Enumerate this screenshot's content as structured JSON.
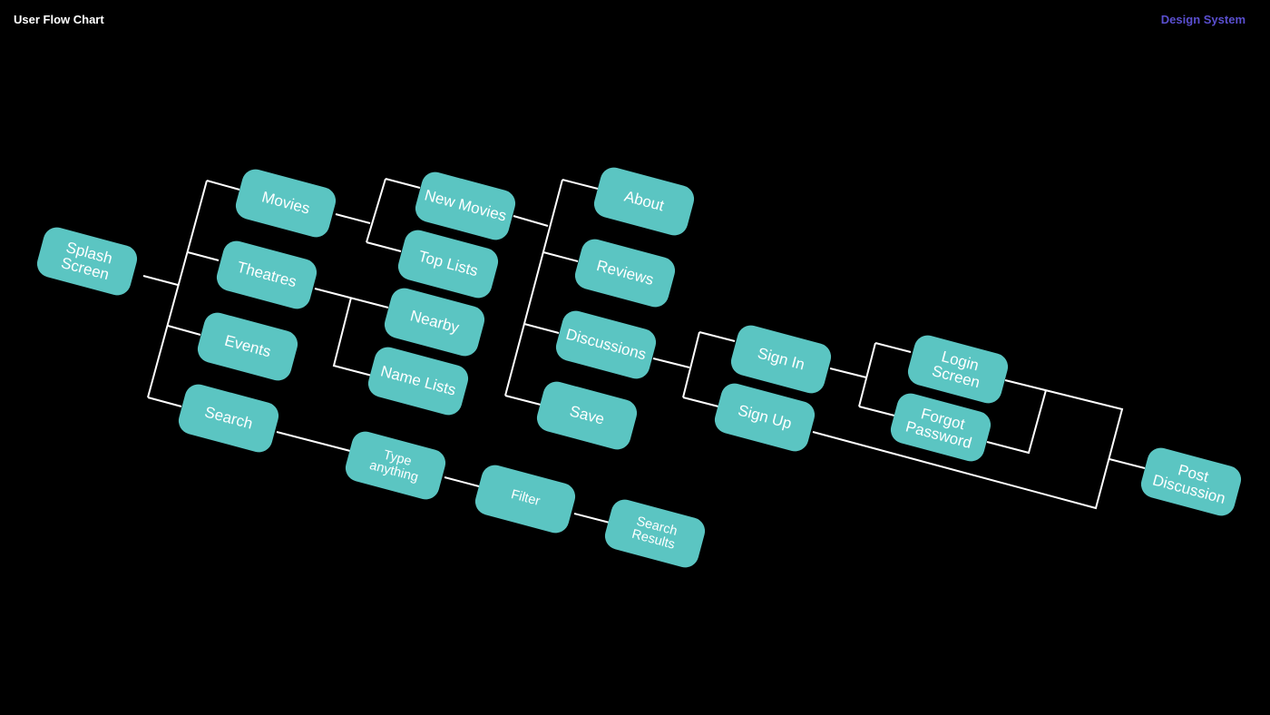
{
  "header": {
    "title": "User Flow Chart",
    "right_link": "Design System"
  },
  "colors": {
    "background": "#000000",
    "node_fill": "#5bc5c2",
    "node_text": "#ffffff",
    "connector": "#ffffff",
    "accent_link": "#5a4fcf"
  },
  "nodes": {
    "splash": "Splash\nScreen",
    "movies": "Movies",
    "theatres": "Theatres",
    "events": "Events",
    "search": "Search",
    "new_movies": "New Movies",
    "top_lists": "Top Lists",
    "nearby": "Nearby",
    "name_lists": "Name Lists",
    "type_anything": "Type\nanything",
    "filter": "Filter",
    "search_results": "Search\nResults",
    "about": "About",
    "reviews": "Reviews",
    "discussions": "Discussions",
    "save": "Save",
    "sign_in": "Sign In",
    "sign_up": "Sign Up",
    "login_screen": "Login\nScreen",
    "forgot_password": "Forgot\nPassword",
    "post_discussion": "Post\nDiscussion"
  }
}
